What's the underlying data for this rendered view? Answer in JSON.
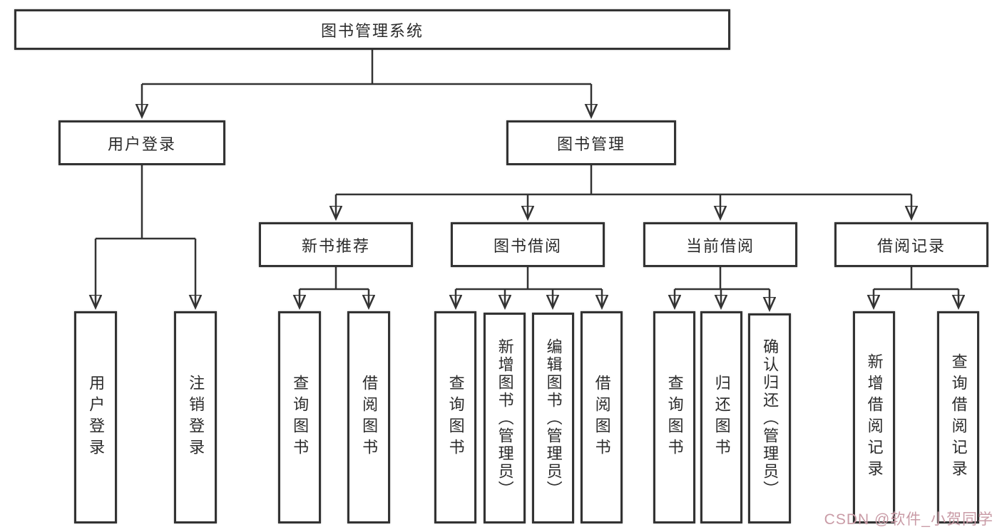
{
  "tree": {
    "label": "图书管理系统",
    "children": [
      {
        "label": "用户登录",
        "children": [
          {
            "label": "用户登录"
          },
          {
            "label": "注销登录"
          }
        ]
      },
      {
        "label": "图书管理",
        "children": [
          {
            "label": "新书推荐",
            "children": [
              {
                "label": "查询图书"
              },
              {
                "label": "借阅图书"
              }
            ]
          },
          {
            "label": "图书借阅",
            "children": [
              {
                "label": "查询图书"
              },
              {
                "label": "新增图书（管理员）"
              },
              {
                "label": "编辑图书（管理员）"
              },
              {
                "label": "借阅图书"
              }
            ]
          },
          {
            "label": "当前借阅",
            "children": [
              {
                "label": "查询图书"
              },
              {
                "label": "归还图书"
              },
              {
                "label": "确认归还（管理员）"
              }
            ]
          },
          {
            "label": "借阅记录",
            "children": [
              {
                "label": "新增借阅记录"
              },
              {
                "label": "查询借阅记录"
              }
            ]
          }
        ]
      }
    ]
  },
  "watermark": {
    "text": "CSDN @软件_小贺同学"
  },
  "colors": {
    "line": "#333333",
    "box_border": "#333333",
    "text": "#2b2b2b",
    "watermark": "#c99ba6",
    "background": "#ffffff"
  }
}
